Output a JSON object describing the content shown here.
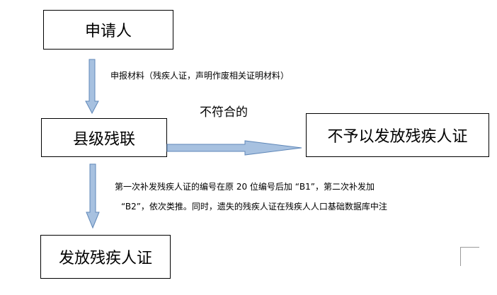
{
  "diagram": {
    "nodes": {
      "applicant": "申请人",
      "county_disabled_federation": "县级残联",
      "not_issued": "不予以发放残疾人证",
      "issue_certificate": "发放残疾人证"
    },
    "edges": {
      "applicant_to_county": "申报材料（残疾人证，声明作废相关证明材料）",
      "county_to_not_issued": "不符合的",
      "county_to_issue_line1": "第一次补发残疾人证的编号在原 20 位编号后加 “B1”，第二次补发加",
      "county_to_issue_line2": "“B2”，依次类推。同时，遗失的残疾人证在残疾人人口基础数据库中注"
    },
    "colors": {
      "arrow_fill": "#a7c1e0",
      "arrow_stroke": "#5f87b8"
    }
  }
}
